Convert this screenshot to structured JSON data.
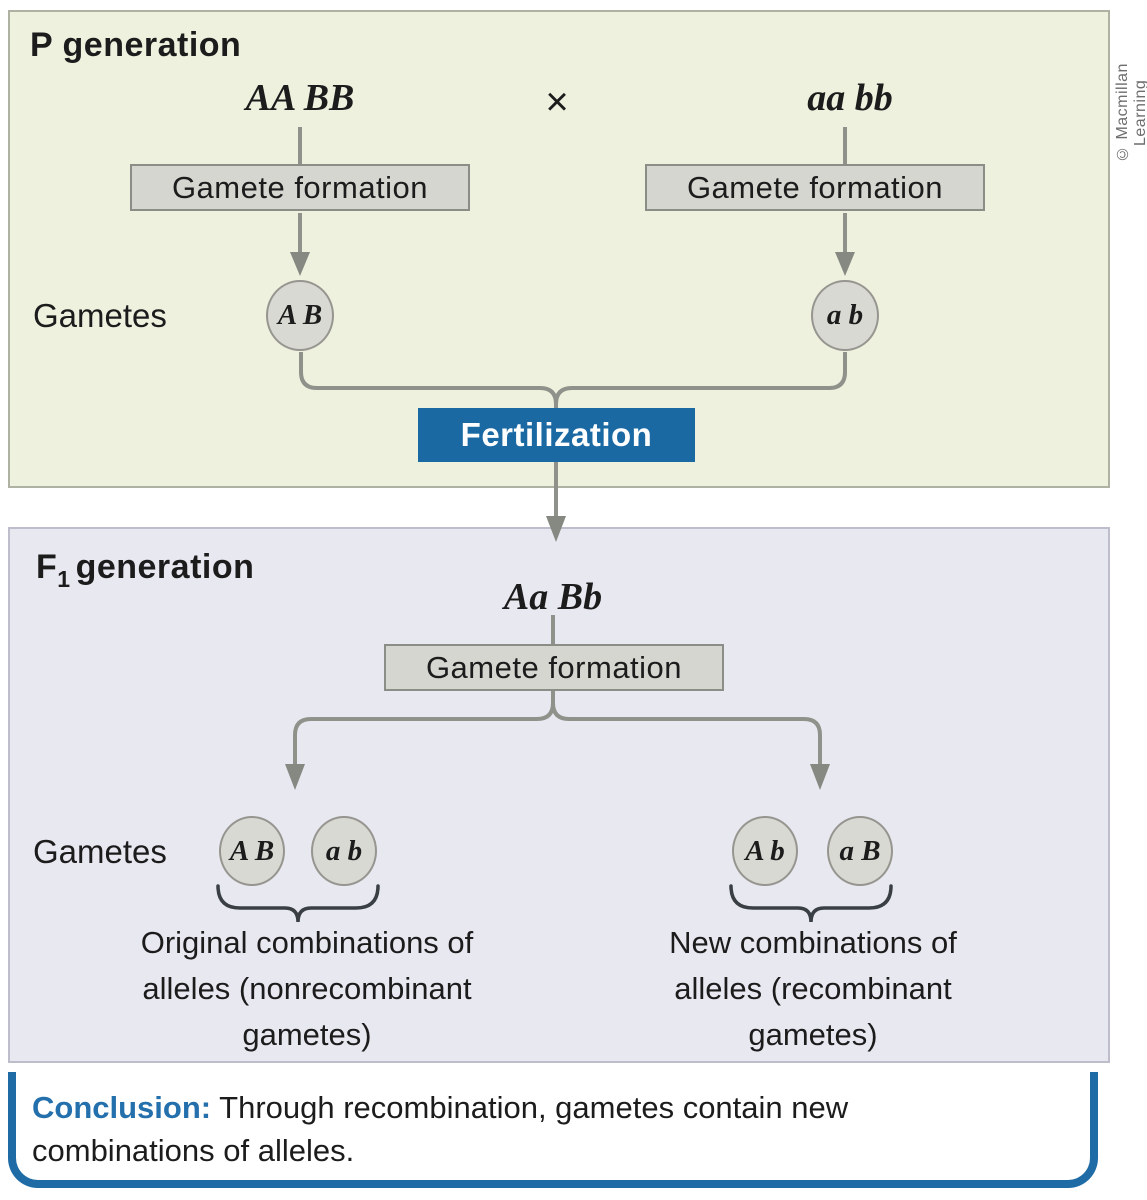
{
  "figure": {
    "credit": "© Macmillan Learning",
    "colors": {
      "p_panel_bg": "#edf1de",
      "f1_panel_bg": "#e8e8f1",
      "process_box_bg": "#d5d6d0",
      "gamete_circle_bg": "#d8d9d3",
      "fertilization_bg": "#1a69a3",
      "conclusion_border": "#1e6ba5",
      "connector_gray": "#8f928a"
    }
  },
  "p_generation": {
    "title": "P generation",
    "parent1": "AA BB",
    "cross": "×",
    "parent2": "aa bb",
    "gamete_formation_left": "Gamete formation",
    "gamete_formation_right": "Gamete formation",
    "gametes_label": "Gametes",
    "gamete_left": "A B",
    "gamete_right": "a b",
    "fertilization": "Fertilization"
  },
  "f1_generation": {
    "title_f": "F",
    "title_sub": "1",
    "title_rest": "generation",
    "genotype": "Aa Bb",
    "gamete_formation": "Gamete formation",
    "gametes_label": "Gametes",
    "left_gamete_1": "A B",
    "left_gamete_2": "a b",
    "right_gamete_1": "A b",
    "right_gamete_2": "a B",
    "left_caption_lines": [
      "Original combinations of",
      "alleles (nonrecombinant",
      "gametes)"
    ],
    "right_caption_lines": [
      "New combinations of",
      "alleles (recombinant",
      "gametes)"
    ]
  },
  "conclusion": {
    "label": "Conclusion:",
    "text": " Through recombination, gametes contain new combinations of alleles."
  }
}
